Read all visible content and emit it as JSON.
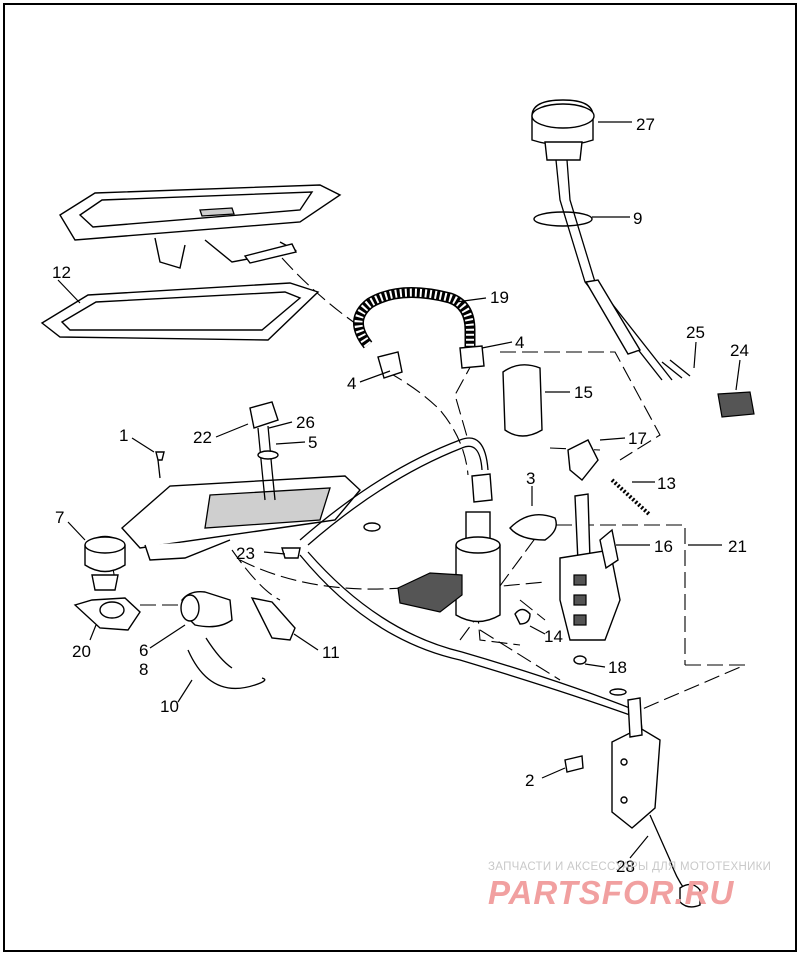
{
  "diagram": {
    "callouts": [
      {
        "id": "27",
        "label": "27"
      },
      {
        "id": "9",
        "label": "9"
      },
      {
        "id": "12",
        "label": "12"
      },
      {
        "id": "19",
        "label": "19"
      },
      {
        "id": "4a",
        "label": "4"
      },
      {
        "id": "4b",
        "label": "4"
      },
      {
        "id": "25",
        "label": "25"
      },
      {
        "id": "24",
        "label": "24"
      },
      {
        "id": "15",
        "label": "15"
      },
      {
        "id": "1",
        "label": "1"
      },
      {
        "id": "26",
        "label": "26"
      },
      {
        "id": "22",
        "label": "22"
      },
      {
        "id": "5",
        "label": "5"
      },
      {
        "id": "17",
        "label": "17"
      },
      {
        "id": "3",
        "label": "3"
      },
      {
        "id": "13",
        "label": "13"
      },
      {
        "id": "7",
        "label": "7"
      },
      {
        "id": "21",
        "label": "21"
      },
      {
        "id": "16",
        "label": "16"
      },
      {
        "id": "23",
        "label": "23"
      },
      {
        "id": "20",
        "label": "20"
      },
      {
        "id": "6",
        "label": "6"
      },
      {
        "id": "8",
        "label": "8"
      },
      {
        "id": "11",
        "label": "11"
      },
      {
        "id": "14",
        "label": "14"
      },
      {
        "id": "18",
        "label": "18"
      },
      {
        "id": "10",
        "label": "10"
      },
      {
        "id": "2",
        "label": "2"
      },
      {
        "id": "28",
        "label": "28"
      }
    ]
  },
  "watermark": {
    "caption": "ЗАПЧАСТИ И АКСЕССУАРЫ ДЛЯ МОТОТЕХНИКИ",
    "logo": "PARTSFOR.RU"
  }
}
